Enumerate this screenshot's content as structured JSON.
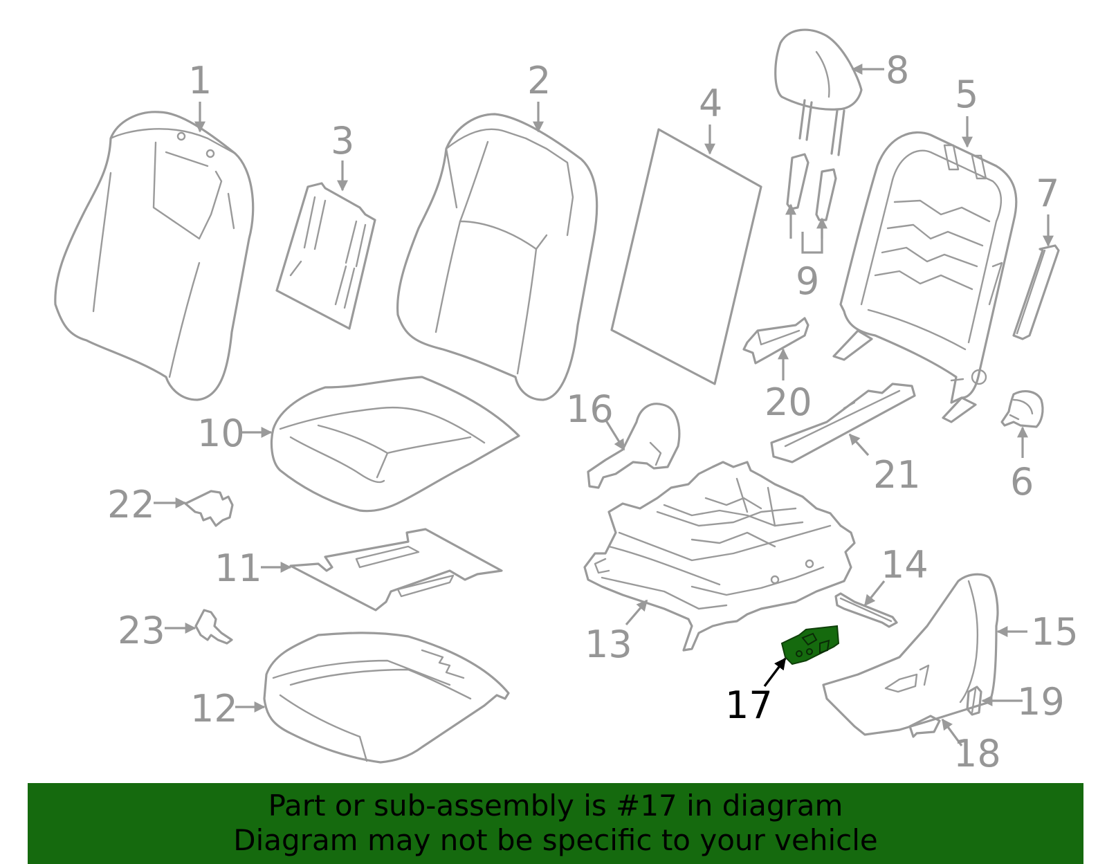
{
  "callouts": {
    "c1": "1",
    "c2": "2",
    "c3": "3",
    "c4": "4",
    "c5": "5",
    "c6": "6",
    "c7": "7",
    "c8": "8",
    "c9": "9",
    "c10": "10",
    "c11": "11",
    "c12": "12",
    "c13": "13",
    "c14": "14",
    "c15": "15",
    "c16": "16",
    "c17": "17",
    "c18": "18",
    "c19": "19",
    "c20": "20",
    "c21": "21",
    "c22": "22",
    "c23": "23"
  },
  "highlight": {
    "part": "17",
    "color": "#156a0e"
  },
  "banner": {
    "line1": "Part or sub-assembly is #17 in diagram",
    "line2": "Diagram may not be specific to your vehicle",
    "background": "#156a0e"
  }
}
